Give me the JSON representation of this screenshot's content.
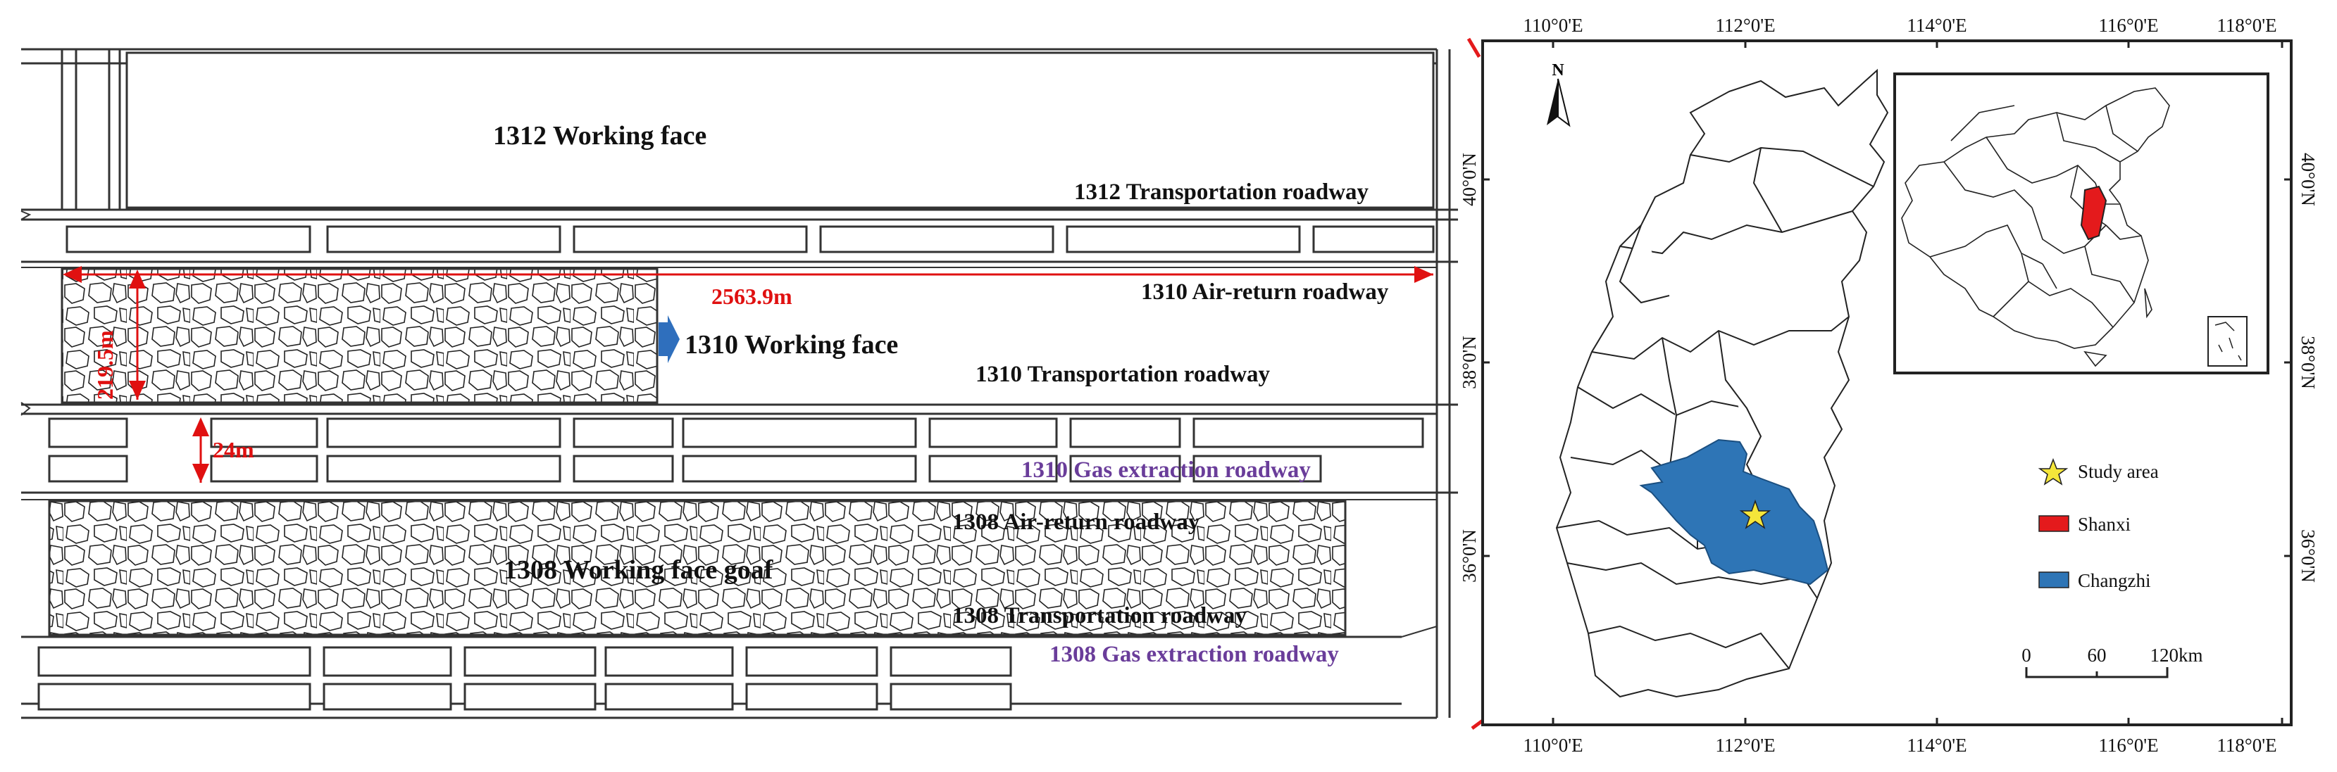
{
  "mine_layout": {
    "face_1312": "1312 Working face",
    "roadway_1312_transport": "1312 Transportation roadway",
    "roadway_1310_air_return": "1310 Air-return roadway",
    "face_1310": "1310 Working face",
    "roadway_1310_transport": "1310 Transportation roadway",
    "roadway_1310_gas": "1310 Gas extraction roadway",
    "roadway_1308_air_return": "1308 Air-return roadway",
    "face_1308_goaf": "1308 Working face goaf",
    "roadway_1308_transport": "1308 Transportation roadway",
    "roadway_1308_gas": "1308 Gas extraction roadway",
    "dim_length": "2563.9m",
    "dim_width": "219.5m",
    "dim_spacing": "24m",
    "colors": {
      "dimension": "#e01010",
      "gas_roadway_text": "#6a3d9a",
      "advance_arrow": "#2f6fbd"
    }
  },
  "map": {
    "north_label": "N",
    "lon_ticks": [
      "110°0'E",
      "112°0'E",
      "114°0'E",
      "116°0'E",
      "118°0'E"
    ],
    "lat_ticks": [
      "40°0'N",
      "38°0'N",
      "36°0'N"
    ],
    "legend": [
      {
        "label": "Study area",
        "symbol": "star",
        "color": "#f5e63a"
      },
      {
        "label": "Shanxi",
        "symbol": "box",
        "color": "#e41a1c"
      },
      {
        "label": "Changzhi",
        "symbol": "box",
        "color": "#2e75b6"
      }
    ],
    "scale_bar": {
      "ticks": [
        "0",
        "60",
        "120km"
      ]
    },
    "colors": {
      "changzhi": "#2e75b6",
      "shanxi": "#e41a1c",
      "leader_line": "#e41a1c"
    }
  }
}
